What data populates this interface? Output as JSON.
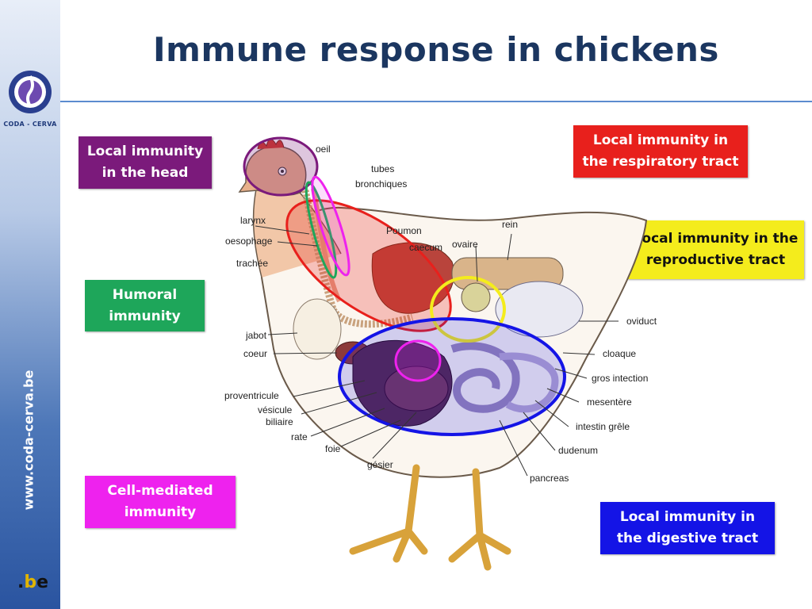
{
  "title": "Immune response in chickens",
  "logo": {
    "name": "CODA - CERVA",
    "url": "www.coda-cerva.be",
    "country": ".be"
  },
  "boxes": {
    "head": {
      "text": "Local immunity\nin the head",
      "color": "#7b1a7b"
    },
    "humoral": {
      "text": "Humoral\nimmunity",
      "color": "#1ea65a"
    },
    "cell": {
      "text": "Cell-mediated\nimmunity",
      "color": "#ee22ee"
    },
    "respiratory": {
      "text": "Local immunity in\nthe respiratory tract",
      "color": "#e8201c"
    },
    "reproductive": {
      "text": "Local immunity in the\nreproductive tract",
      "color": "#f4ec1c"
    },
    "digestive": {
      "text": "Local immunity in\nthe digestive tract",
      "color": "#1414e6"
    }
  },
  "labels": {
    "oeil": "oeil",
    "tubes": "tubes",
    "bronchiques": "bronchiques",
    "larynx": "larynx",
    "oesophage": "oesophage",
    "trachee": "trachée",
    "poumon": "Poumon",
    "caecum": "caecum",
    "ovaire": "ovaire",
    "rein": "rein",
    "oviduct": "oviduct",
    "jabot": "jabot",
    "coeur": "coeur",
    "cloaque": "cloaque",
    "gros": "gros intection",
    "proventricule": "proventricule",
    "vesicule": "vésicule",
    "biliaire": "biliaire",
    "mesentere": "mesentère",
    "rate": "rate",
    "intestin": "intestin grêle",
    "foie": "foie",
    "dudenum": "dudenum",
    "gesier": "gésier",
    "pancreas": "pancreas"
  }
}
